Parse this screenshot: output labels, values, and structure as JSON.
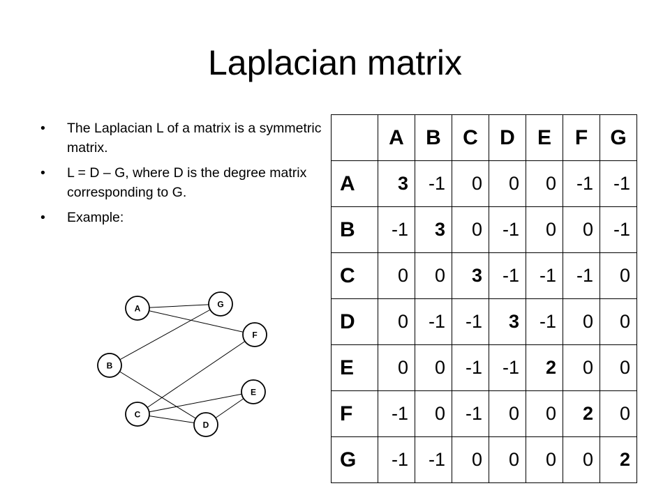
{
  "title": "Laplacian matrix",
  "bullets": [
    "The Laplacian L of a matrix is a symmetric matrix.",
    "L = D – G, where D is the degree matrix corresponding to G.",
    "Example:"
  ],
  "graph": {
    "nodes": [
      "A",
      "G",
      "F",
      "B",
      "E",
      "C",
      "D"
    ],
    "edges": [
      [
        "A",
        "G"
      ],
      [
        "A",
        "F"
      ],
      [
        "B",
        "G"
      ],
      [
        "B",
        "D"
      ],
      [
        "C",
        "F"
      ],
      [
        "C",
        "E"
      ],
      [
        "C",
        "D"
      ],
      [
        "D",
        "E"
      ]
    ]
  },
  "matrix": {
    "columns": [
      "A",
      "B",
      "C",
      "D",
      "E",
      "F",
      "G"
    ],
    "rows": [
      {
        "label": "A",
        "cells": [
          "3",
          "-1",
          "0",
          "0",
          "0",
          "-1",
          "-1"
        ]
      },
      {
        "label": "B",
        "cells": [
          "-1",
          "3",
          "0",
          "-1",
          "0",
          "0",
          "-1"
        ]
      },
      {
        "label": "C",
        "cells": [
          "0",
          "0",
          "3",
          "-1",
          "-1",
          "-1",
          "0"
        ]
      },
      {
        "label": "D",
        "cells": [
          "0",
          "-1",
          "-1",
          "3",
          "-1",
          "0",
          "0"
        ]
      },
      {
        "label": "E",
        "cells": [
          "0",
          "0",
          "-1",
          "-1",
          "2",
          "0",
          "0"
        ]
      },
      {
        "label": "F",
        "cells": [
          "-1",
          "0",
          "-1",
          "0",
          "0",
          "2",
          "0"
        ]
      },
      {
        "label": "G",
        "cells": [
          "-1",
          "-1",
          "0",
          "0",
          "0",
          "0",
          "2"
        ]
      }
    ]
  }
}
